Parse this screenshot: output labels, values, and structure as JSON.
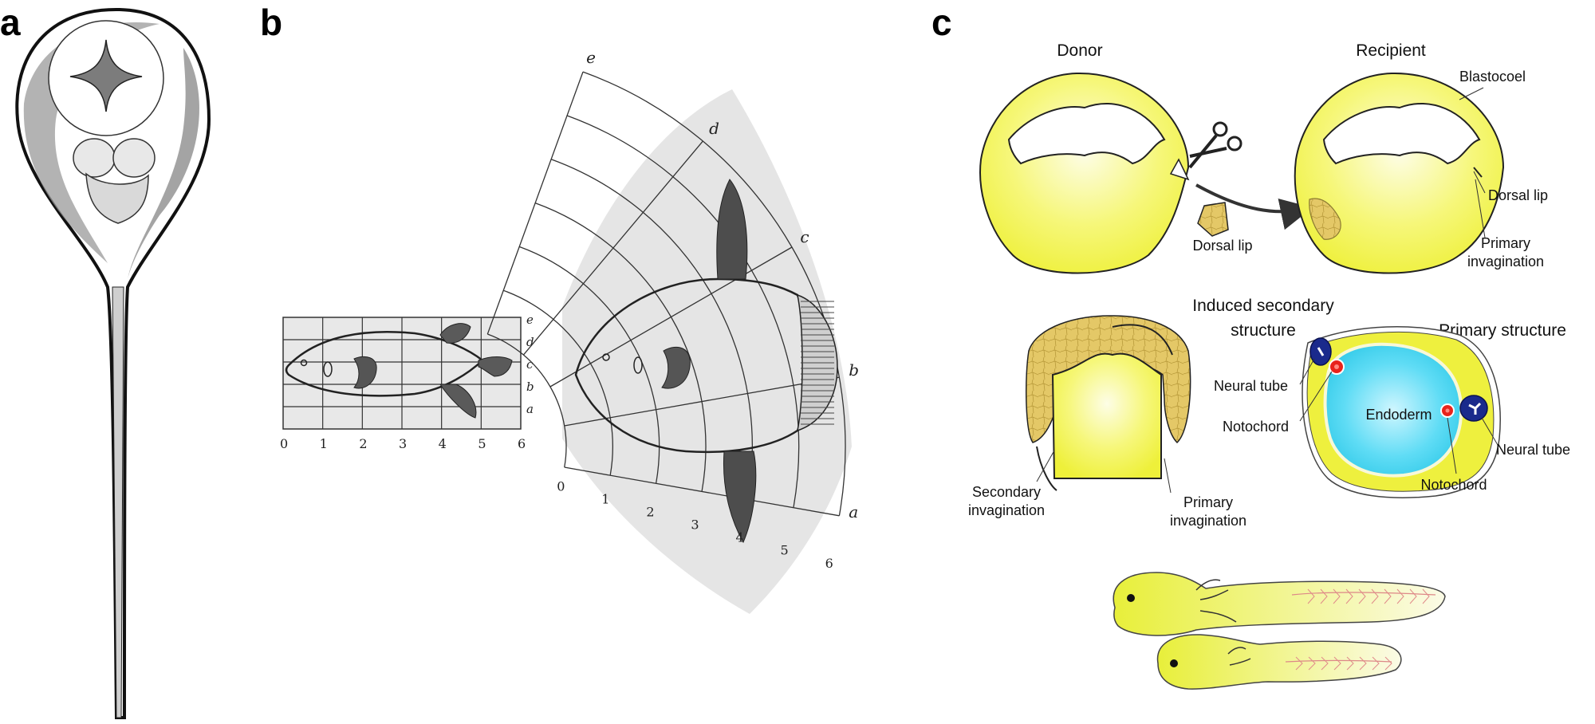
{
  "panels": {
    "a": {
      "letter": "a"
    },
    "b": {
      "letter": "b",
      "grid_row_labels": [
        "e",
        "d",
        "c",
        "b",
        "a"
      ],
      "grid_col_labels": [
        "0",
        "1",
        "2",
        "3",
        "4",
        "5",
        "6"
      ],
      "warp_row_labels": [
        "e",
        "d",
        "c",
        "b",
        "a"
      ],
      "warp_col_labels": [
        "0",
        "1",
        "2",
        "3",
        "4",
        "5",
        "6"
      ]
    },
    "c": {
      "letter": "c",
      "titles": {
        "donor": "Donor",
        "recipient": "Recipient",
        "induced": "Induced secondary structure",
        "induced_line1": "Induced secondary",
        "induced_line2": "structure",
        "primary_structure": "Primary structure"
      },
      "labels": {
        "blastocoel": "Blastocoel",
        "dorsal_lip_recipient": "Dorsal lip",
        "dorsal_lip_donor": "Dorsal lip",
        "primary_invagination_top_1": "Primary",
        "primary_invagination_top_2": "invagination",
        "secondary_invagination_1": "Secondary",
        "secondary_invagination_2": "invagination",
        "primary_invagination_mid_1": "Primary",
        "primary_invagination_mid_2": "invagination",
        "neural_tube_left": "Neural tube",
        "notochord_left": "Notochord",
        "endoderm": "Endoderm",
        "neural_tube_right": "Neural tube",
        "notochord_right": "Notochord"
      },
      "colors": {
        "yolk": "#f2f542",
        "yolk_light": "#fbfcc8",
        "endoderm": "#38d6f0",
        "neural_tube": "#1a2a8c",
        "notochord": "#e8231c",
        "graft": "#dfc35a"
      }
    }
  }
}
